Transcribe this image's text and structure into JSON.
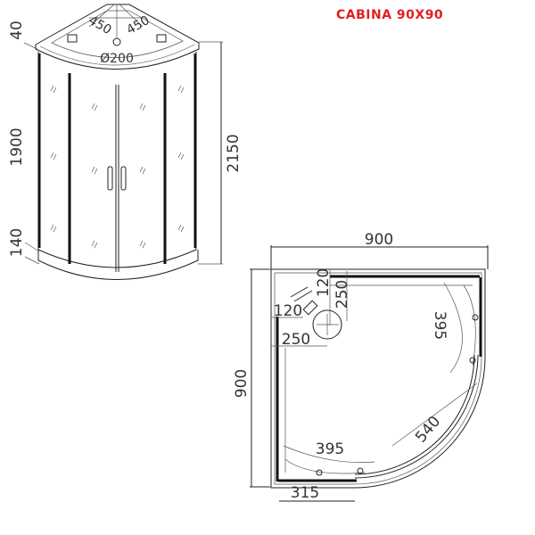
{
  "title": "CABINA 90X90",
  "title_color": "#e02020",
  "front_view": {
    "dim_top": "40",
    "dim_height_glass": "1900",
    "dim_tray": "140",
    "dim_total": "2150",
    "dim_angle_left": "450",
    "dim_angle_right": "450",
    "dim_shower_head": "Ø200"
  },
  "plan_view": {
    "dim_width": "900",
    "dim_depth": "900",
    "dim_drain_top_120": "120",
    "dim_drain_top_250": "250",
    "dim_drain_left_120": "120",
    "dim_drain_left_250": "250",
    "dim_door_right": "395",
    "dim_door_bottom": "395",
    "dim_opening": "540",
    "dim_fixed_panel": "315"
  }
}
